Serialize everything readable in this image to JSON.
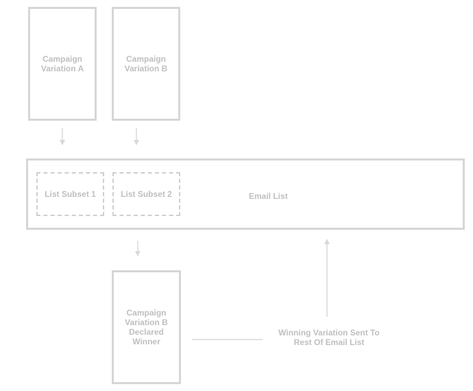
{
  "campaign_a": {
    "label": "Campaign\nVariation A"
  },
  "campaign_b": {
    "label": "Campaign\nVariation B"
  },
  "email_list": {
    "label": "Email List",
    "subset_1": "List Subset 1",
    "subset_2": "List Subset 2"
  },
  "winner": {
    "label": "Campaign\nVariation B\nDeclared\nWinner"
  },
  "winning_note": {
    "label": "Winning Variation Sent To\nRest Of Email List"
  },
  "colors": {
    "border": "#d6d6d6",
    "text": "#bfbfbf",
    "arrow": "#d9d9d9"
  }
}
